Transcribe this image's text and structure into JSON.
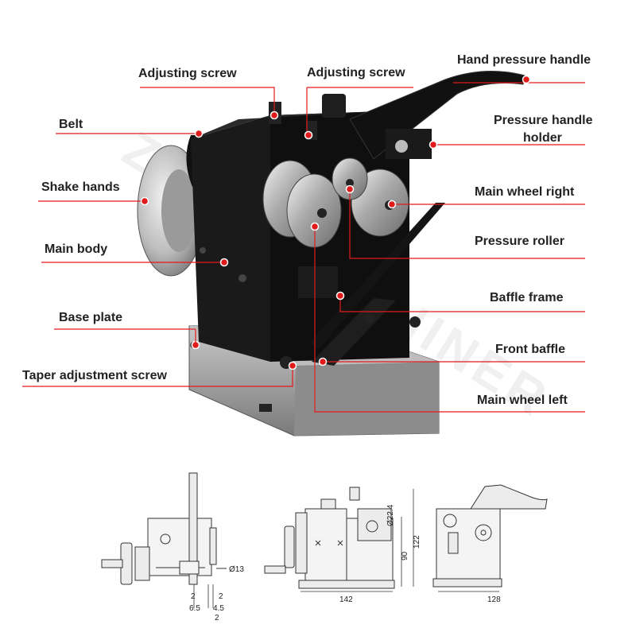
{
  "watermark": "ZHUN MACHINER",
  "callouts": {
    "left": [
      {
        "name": "callout-adjusting-screw-left",
        "text": "Adjusting screw"
      },
      {
        "name": "callout-belt",
        "text": "Belt"
      },
      {
        "name": "callout-shake-hands",
        "text": "Shake hands"
      },
      {
        "name": "callout-main-body",
        "text": "Main body"
      },
      {
        "name": "callout-base-plate",
        "text": "Base plate"
      },
      {
        "name": "callout-taper-adjustment-screw",
        "text": "Taper adjustment screw"
      }
    ],
    "right": [
      {
        "name": "callout-adjusting-screw-right",
        "text": "Adjusting screw"
      },
      {
        "name": "callout-hand-pressure-handle",
        "text": "Hand pressure handle"
      },
      {
        "name": "callout-pressure-handle-holder-1",
        "text": "Pressure handle"
      },
      {
        "name": "callout-pressure-handle-holder-2",
        "text": "holder"
      },
      {
        "name": "callout-main-wheel-right",
        "text": "Main wheel right"
      },
      {
        "name": "callout-pressure-roller",
        "text": "Pressure roller"
      },
      {
        "name": "callout-baffle-frame",
        "text": "Baffle frame"
      },
      {
        "name": "callout-front-baffle",
        "text": "Front baffle"
      },
      {
        "name": "callout-main-wheel-left",
        "text": "Main wheel left"
      }
    ]
  },
  "drawings": {
    "top_view": {
      "diameter": "Ø13",
      "dims": [
        "2",
        "2",
        "6.5",
        "4.5",
        "2"
      ]
    },
    "front_view": {
      "width": "142",
      "height": "90",
      "total_height": "122",
      "diameter": "Ø22.4"
    },
    "side_view": {
      "width": "128"
    }
  },
  "colors": {
    "leader": "#e11b1b",
    "body": "#151515",
    "base": "#9a9a9a",
    "label": "#222222"
  }
}
